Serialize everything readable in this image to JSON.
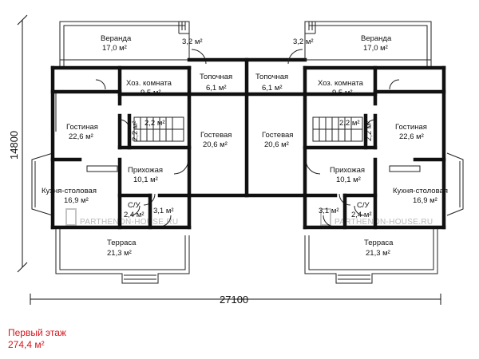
{
  "plan": {
    "caption_title": "Первый этаж",
    "caption_area": "274,4 м²",
    "dim_height": "14800",
    "dim_width": "27100",
    "watermark": "PARTHENON-HOUSE.RU",
    "rooms_left": {
      "veranda": {
        "name": "Веранда",
        "area": "17,0 м²"
      },
      "porch": {
        "area": "3,2 м²"
      },
      "boiler": {
        "name": "Топочная",
        "area": "6,1 м²"
      },
      "utility": {
        "name": "Хоз. комната",
        "area": "9,5 м²"
      },
      "living": {
        "name": "Гостиная",
        "area": "22,6 м²"
      },
      "stair": {
        "area": "2,2 м²"
      },
      "closet": {
        "area": "2,2 м²"
      },
      "guest": {
        "name": "Гостевая",
        "area": "20,6 м²"
      },
      "hall": {
        "name": "Прихожая",
        "area": "10,1 м²"
      },
      "kitchen": {
        "name": "Кухня-столовая",
        "area": "16,9 м²"
      },
      "wc": {
        "name": "С/У",
        "area": "2,4 м²"
      },
      "vestibule": {
        "area": "3,1 м²"
      },
      "terrace": {
        "name": "Терраса",
        "area": "21,3 м²"
      }
    },
    "rooms_right": {
      "veranda": {
        "name": "Веранда",
        "area": "17,0 м²"
      },
      "porch": {
        "area": "3,2 м²"
      },
      "boiler": {
        "name": "Топочная",
        "area": "6,1 м²"
      },
      "utility": {
        "name": "Хоз. комната",
        "area": "9,5 м²"
      },
      "living": {
        "name": "Гостиная",
        "area": "22,6 м²"
      },
      "stair": {
        "area": "2,2 м²"
      },
      "closet": {
        "area": "2,2 м²"
      },
      "guest": {
        "name": "Гостевая",
        "area": "20,6 м²"
      },
      "hall": {
        "name": "Прихожая",
        "area": "10,1 м²"
      },
      "kitchen": {
        "name": "Кухня-столовая",
        "area": "16,9 м²"
      },
      "wc": {
        "name": "С/У",
        "area": "2,4 м²"
      },
      "vestibule": {
        "area": "3,1 м²"
      },
      "terrace": {
        "name": "Терраса",
        "area": "21,3 м²"
      }
    }
  }
}
